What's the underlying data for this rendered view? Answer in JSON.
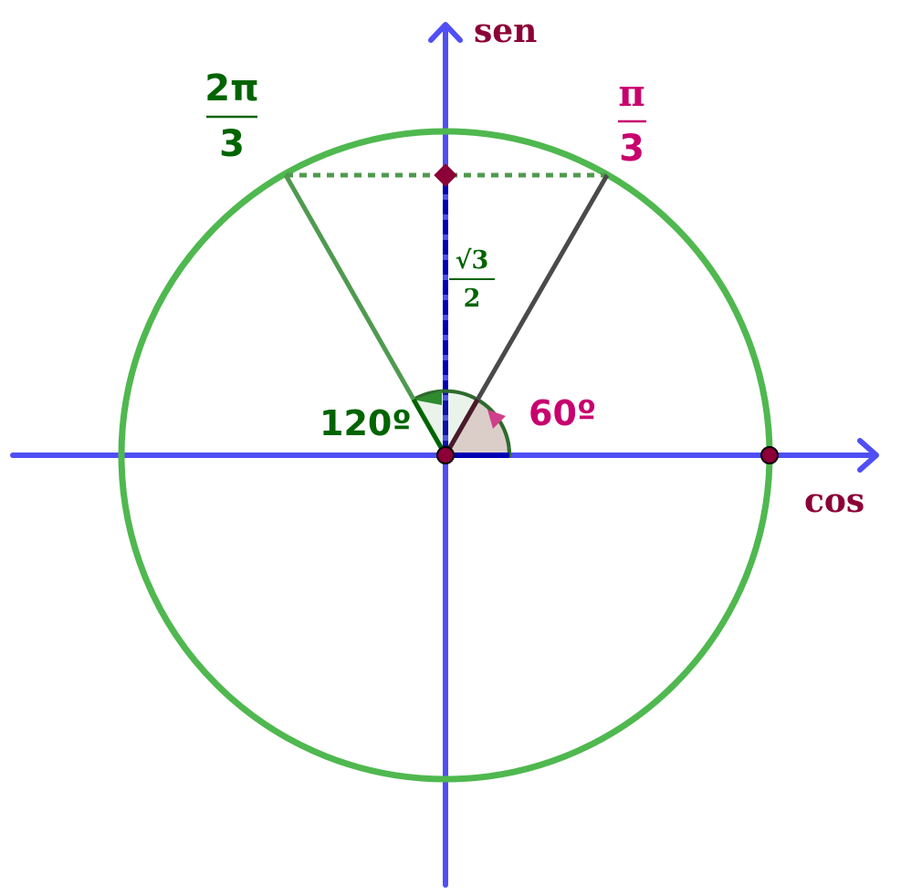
{
  "axes": {
    "x_label": "cos",
    "y_label": "sen"
  },
  "angles": {
    "first": {
      "radians_num": "π",
      "radians_den": "3",
      "degrees_label": "60º",
      "degrees": 60
    },
    "second": {
      "radians_num": "2π",
      "radians_den": "3",
      "degrees_label": "120º",
      "degrees": 120
    }
  },
  "sine_value": {
    "radical": "√3",
    "denominator": "2"
  },
  "colors": {
    "axis": "#4f4ff5",
    "circle": "#4fb84f",
    "dark_green": "#006400",
    "magenta": "#c8006e",
    "maroon": "#8b0036",
    "dark_blue": "#0000b4",
    "gray": "#4a4a4a",
    "green_segment": "#4f9a4f"
  }
}
